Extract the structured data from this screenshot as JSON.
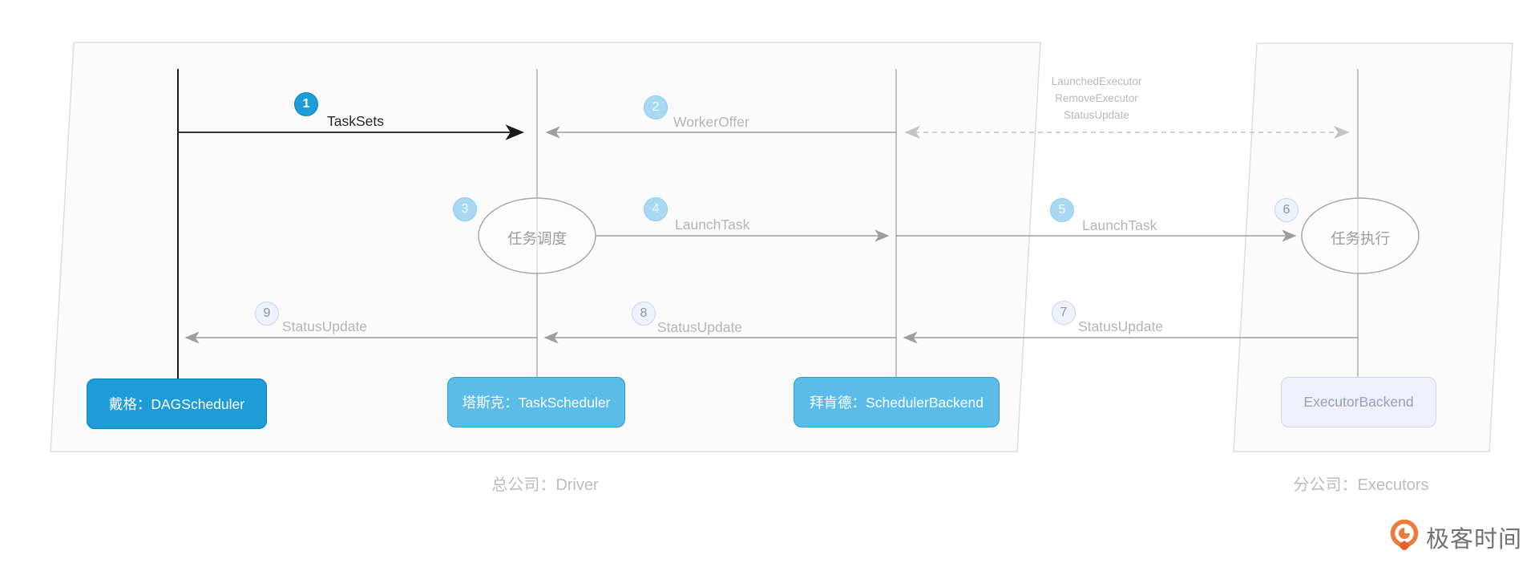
{
  "groups": {
    "driver": {
      "label": "总公司：Driver"
    },
    "executors": {
      "label": "分公司：Executors"
    }
  },
  "actors": {
    "dag": {
      "label": "戴格：DAGScheduler"
    },
    "task": {
      "label": "塔斯克：TaskScheduler"
    },
    "backend": {
      "label": "拜肯德：SchedulerBackend"
    },
    "executor": {
      "label": "ExecutorBackend"
    }
  },
  "activities": {
    "scheduling": {
      "label": "任务调度"
    },
    "executing": {
      "label": "任务执行"
    }
  },
  "messages": {
    "m1": {
      "num": "1",
      "label": "TaskSets"
    },
    "m2": {
      "num": "2",
      "label": "WorkerOffer"
    },
    "m3": {
      "num": "3"
    },
    "m4": {
      "num": "4",
      "label": "LaunchTask"
    },
    "m5": {
      "num": "5",
      "label": "LaunchTask"
    },
    "m6": {
      "num": "6"
    },
    "m7": {
      "num": "7",
      "label": "StatusUpdate"
    },
    "m8": {
      "num": "8",
      "label": "StatusUpdate"
    },
    "m9": {
      "num": "9",
      "label": "StatusUpdate"
    },
    "executor_channel": {
      "line1": "LaunchedExecutor",
      "line2": "RemoveExecutor",
      "line3": "StatusUpdate"
    }
  },
  "branding": {
    "logo_text": "极客时间"
  },
  "colors": {
    "primary_blue": "#1e9cd7",
    "secondary_blue": "#5bbbe9",
    "badge_light_blue": "#a9d9f2",
    "badge_outline_fill": "#eef2fc",
    "badge_outline_border": "#c9d6f0",
    "muted_box_fill": "#eef1fb",
    "muted_box_border": "#ccd7f0",
    "gray_label": "#b5b5b5",
    "dark_label": "#262626",
    "line_gray": "#9e9e9e",
    "dashed_gray": "#c4c4c4",
    "container_fill": "#fbfbfb",
    "container_border": "#dedede",
    "logo_orange": "#ee7c3c"
  }
}
